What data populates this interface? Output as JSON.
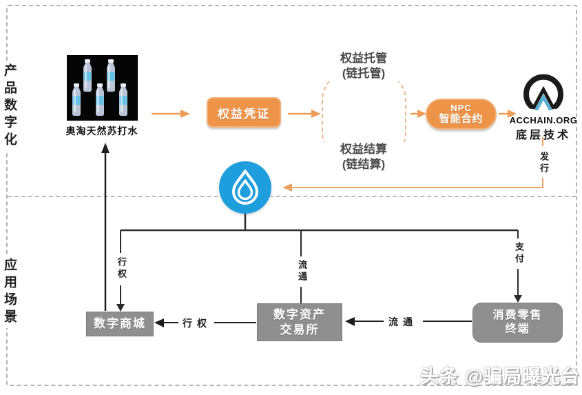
{
  "sections": {
    "product_digitization": "产品数字化",
    "application_scenarios": "应用场景"
  },
  "product": {
    "caption": "奥淘天然苏打水"
  },
  "nodes": {
    "cert_button": "权益凭证",
    "custody": {
      "l1": "权益托管",
      "l2": "(链托管)"
    },
    "settlement": {
      "l1": "权益结算",
      "l2": "(链结算)"
    },
    "npc": {
      "l1": "NPC",
      "l2": "智能合约"
    },
    "acchain": {
      "name": "ACCHAIN.ORG",
      "caption": "底层技术"
    },
    "mall": "数字商城",
    "exchange": {
      "l1": "数字资产",
      "l2": "交易所"
    },
    "retail": {
      "l1": "消费零售",
      "l2": "终端"
    }
  },
  "edge_labels": {
    "issue": "发行",
    "exercise_down": "行权",
    "circulate_down": "流通",
    "pay_down": "支付",
    "exercise_left": "行权",
    "circulate_left": "流通"
  },
  "watermark": "头条 @骗局曝光台",
  "colors": {
    "orange": "#ED9449",
    "orange_line": "#EE9C55",
    "blue_logo": "#1E9EDC",
    "gray_box": "#8F8F8F",
    "acchain_blue": "#58AFD4"
  }
}
